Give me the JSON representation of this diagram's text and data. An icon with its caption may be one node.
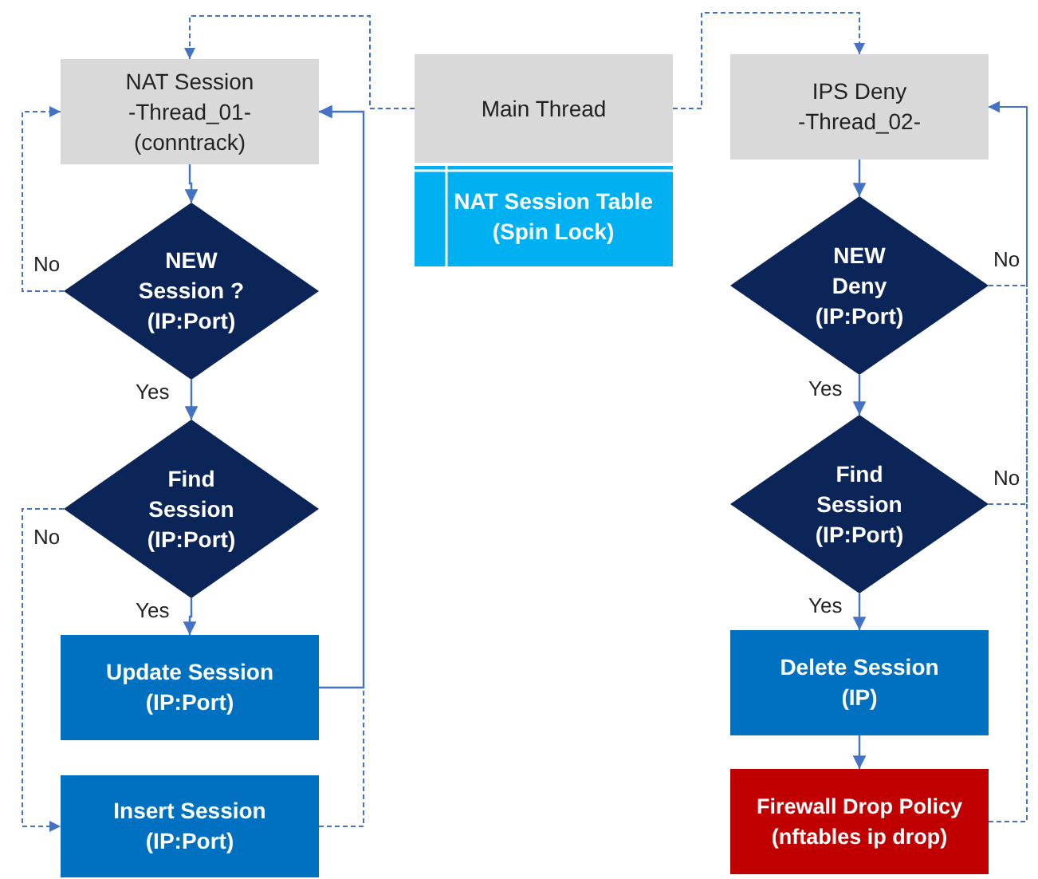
{
  "diagram": {
    "nodes": [
      {
        "text": [
          "NAT Session -Thread_01- (conntrack)"
        ]
      },
      {
        "text": [
          "Main Thread"
        ]
      },
      {
        "text": [
          "NAT Session Table (Spin Lock)"
        ]
      },
      {
        "text": [
          "IPS Deny -Thread_02-"
        ]
      },
      {
        "text": [
          "NEW Session ? (IP:Port)"
        ]
      },
      {
        "text": [
          "NEW Deny (IP:Port)"
        ]
      },
      {
        "text": [
          "Find Session (IP:Port)"
        ]
      },
      {
        "text": [
          "Find Session (IP:Port)"
        ]
      },
      {
        "text": [
          "Update Session (IP:Port)"
        ]
      },
      {
        "text": [
          "Delete Session (IP)"
        ]
      },
      {
        "text": [
          "Insert Session (IP:Port)"
        ]
      },
      {
        "text": [
          "Firewall Drop Policy (nftables ip drop)"
        ]
      }
    ],
    "edges": [
      {
        "from": 1,
        "to": 0,
        "arrow": "to",
        "style": "dashed"
      },
      {
        "from": 1,
        "to": 3,
        "arrow": "to",
        "style": "dashed"
      },
      {
        "from": 0,
        "to": 4,
        "arrow": "to"
      },
      {
        "from": 4,
        "to": 0,
        "arrow": "to",
        "label": "No",
        "style": "dashed"
      },
      {
        "from": 4,
        "to": 6,
        "arrow": "to",
        "label": "Yes"
      },
      {
        "from": 6,
        "to": 8,
        "arrow": "to",
        "label": "Yes"
      },
      {
        "from": 6,
        "to": 10,
        "arrow": "to",
        "label": "No",
        "style": "dashed"
      },
      {
        "from": 8,
        "to": 0,
        "arrow": "to"
      },
      {
        "from": 10,
        "to": 0,
        "arrow": "to",
        "style": "dashed"
      },
      {
        "from": 3,
        "to": 5,
        "arrow": "to"
      },
      {
        "from": 5,
        "to": 3,
        "arrow": "to",
        "label": "No",
        "style": "dashed"
      },
      {
        "from": 5,
        "to": 7,
        "arrow": "to",
        "label": "Yes"
      },
      {
        "from": 7,
        "to": 3,
        "arrow": "to",
        "label": "No",
        "style": "dashed"
      },
      {
        "from": 7,
        "to": 9,
        "arrow": "to",
        "label": "Yes"
      },
      {
        "from": 9,
        "to": 11,
        "arrow": "to"
      },
      {
        "from": 11,
        "to": 3,
        "arrow": "to",
        "style": "dashed"
      }
    ]
  }
}
